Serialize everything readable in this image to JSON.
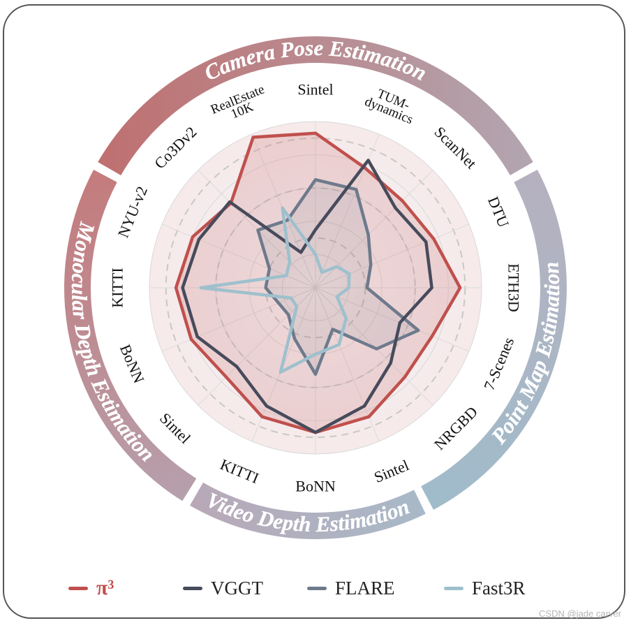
{
  "chart_data": {
    "type": "radar",
    "axes": [
      "Sintel",
      "TUM-dynamics",
      "ScanNet",
      "DTU",
      "ETH3D",
      "7-Scenes",
      "NRGBD",
      "Sintel",
      "BoNN",
      "KITTI",
      "Sintel",
      "BoNN",
      "KITTI",
      "NYU-v2",
      "Co3Dv2",
      "RealEstate 10K"
    ],
    "axis_label_lines": [
      [
        "Sintel"
      ],
      [
        "TUM-",
        "dynamics"
      ],
      [
        "ScanNet"
      ],
      [
        "DTU"
      ],
      [
        "ETH3D"
      ],
      [
        "7-Scenes"
      ],
      [
        "NRGBD"
      ],
      [
        "Sintel"
      ],
      [
        "BoNN"
      ],
      [
        "KITTI"
      ],
      [
        "Sintel"
      ],
      [
        "BoNN"
      ],
      [
        "KITTI"
      ],
      [
        "NYU-v2"
      ],
      [
        "Co3Dv2"
      ],
      [
        "RealEstate",
        "10K"
      ]
    ],
    "rlim": [
      0,
      1
    ],
    "grid_levels": [
      0.2,
      0.4,
      0.6,
      0.8,
      1.0
    ],
    "dashed_levels": [
      0.3,
      0.6,
      0.9
    ],
    "series": [
      {
        "name": "π³",
        "color": "#c0504d",
        "fill": true,
        "values": [
          0.93,
          0.78,
          0.74,
          0.77,
          0.87,
          0.76,
          0.76,
          0.84,
          0.87,
          0.84,
          0.76,
          0.81,
          0.84,
          0.8,
          0.72,
          0.98
        ]
      },
      {
        "name": "VGGT",
        "color": "#474b5c",
        "fill": false,
        "values": [
          0.35,
          0.83,
          0.68,
          0.72,
          0.7,
          0.55,
          0.64,
          0.77,
          0.87,
          0.77,
          0.67,
          0.77,
          0.8,
          0.76,
          0.73,
          0.23
        ]
      },
      {
        "name": "FLARE",
        "color": "#6e7a8c",
        "fill": false,
        "values": [
          0.65,
          0.64,
          0.45,
          0.36,
          0.31,
          0.67,
          0.52,
          0.27,
          0.52,
          0.33,
          0.23,
          0.24,
          0.3,
          0.3,
          0.49,
          0.44
        ]
      },
      {
        "name": "Fast3R",
        "color": "#9ec0cd",
        "fill": false,
        "values": [
          0.2,
          0.1,
          0.18,
          0.22,
          0.2,
          0.14,
          0.26,
          0.37,
          0.4,
          0.55,
          0.16,
          0.16,
          0.69,
          0.19,
          0.22,
          0.52
        ]
      }
    ],
    "tasks": [
      {
        "name": "Camera Pose Estimation",
        "start": -60,
        "end": 60,
        "color_start": "#bf6f6f",
        "color_end": "#b2a6b1"
      },
      {
        "name": "Point Map Estimation",
        "start": 62,
        "end": 152,
        "color_start": "#b6b0bf",
        "color_end": "#9fbccb"
      },
      {
        "name": "Video Depth Estimation",
        "start": 154,
        "end": 210,
        "color_start": "#a8b9c8",
        "color_end": "#b9a8b7"
      },
      {
        "name": "Monocular Depth Estimation",
        "start": 212,
        "end": 298,
        "color_start": "#b6a0ad",
        "color_end": "#c47b7c"
      }
    ]
  },
  "legend": [
    {
      "label": "π³",
      "color": "#c0504d"
    },
    {
      "label": "VGGT",
      "color": "#474b5c"
    },
    {
      "label": "FLARE",
      "color": "#6e7a8c"
    },
    {
      "label": "Fast3R",
      "color": "#9ec0cd"
    }
  ],
  "watermark": "CSDN @jade carver"
}
